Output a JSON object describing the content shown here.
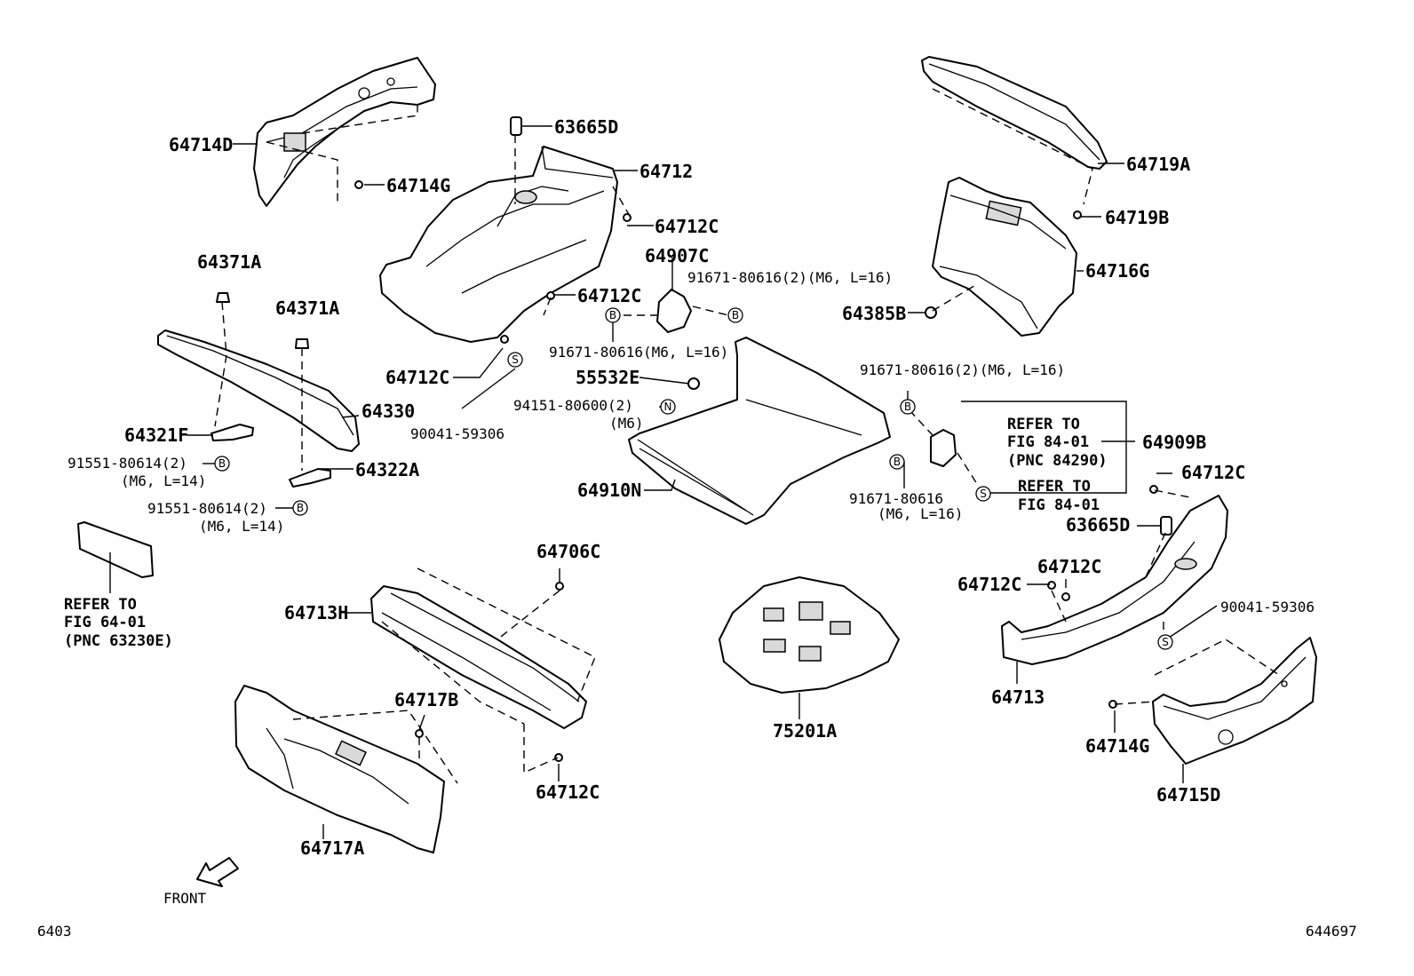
{
  "diagram": {
    "callouts": {
      "p64714D": "64714D",
      "p64714G_top": "64714G",
      "p63665D_top": "63665D",
      "p64712": "64712",
      "p64712C_a": "64712C",
      "p64907C": "64907C",
      "p91671_2_top": "91671-80616(2)(M6, L=16)",
      "p64712C_b": "64712C",
      "p91671_mid": "91671-80616(M6, L=16)",
      "p64712C_c": "64712C",
      "p90041_left": "90041-59306",
      "p55532E": "55532E",
      "p94151": "94151-80600(2)",
      "p94151_sub": "(M6)",
      "p64371A_1": "64371A",
      "p64371A_2": "64371A",
      "p64330": "64330",
      "p64321F": "64321F",
      "p91551_1": "91551-80614(2)",
      "p91551_1_sub": "(M6, L=14)",
      "p64322A": "64322A",
      "p91551_2": "91551-80614(2)",
      "p91551_2_sub": "(M6, L=14)",
      "p64910N": "64910N",
      "p64719A": "64719A",
      "p64719B": "64719B",
      "p64716G": "64716G",
      "p64385B": "64385B",
      "p91671_2_right": "91671-80616(2)(M6, L=16)",
      "p64909B": "64909B",
      "p91671_right": "91671-80616",
      "p91671_right_sub": "(M6, L=16)",
      "p64712C_d": "64712C",
      "p63665D_right": "63665D",
      "p64712C_e": "64712C",
      "p64712C_f": "64712C",
      "p90041_right": "90041-59306",
      "p64713": "64713",
      "p64714G_right": "64714G",
      "p64715D": "64715D",
      "p64706C": "64706C",
      "p64713H": "64713H",
      "p64717B": "64717B",
      "p64712C_g": "64712C",
      "p64717A": "64717A",
      "p75201A": "75201A"
    },
    "notes": {
      "refer_left_1": "REFER TO",
      "refer_left_2": "FIG 64-01",
      "refer_left_3": "(PNC 63230E)",
      "refer_r1_1": "REFER TO",
      "refer_r1_2": "FIG 84-01",
      "refer_r1_3": "(PNC 84290)",
      "refer_r2_1": "REFER TO",
      "refer_r2_2": "FIG 84-01"
    },
    "markers": {
      "b": "B",
      "s": "S",
      "n": "N"
    },
    "front_label": "FRONT",
    "page_code_left": "6403",
    "page_code_right": "644697"
  }
}
